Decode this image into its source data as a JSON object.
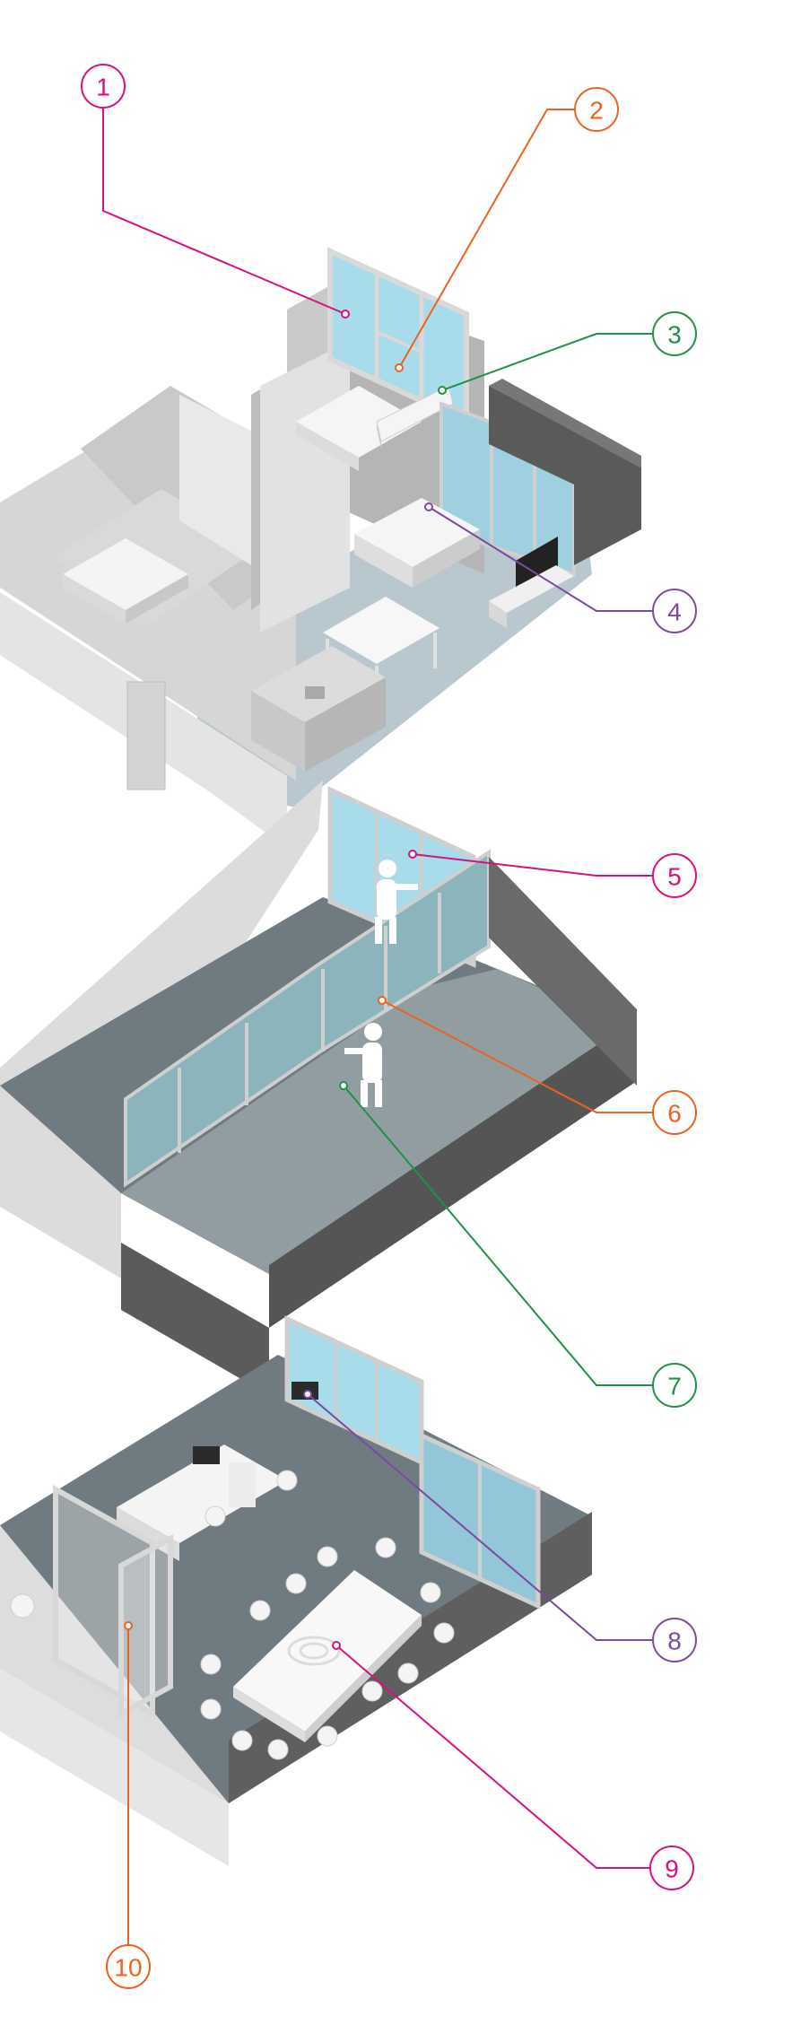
{
  "colors": {
    "magenta": "#d6127e",
    "orange": "#ea6420",
    "green": "#1f9148",
    "purple": "#7a4aa0",
    "glass": "#a8dcea",
    "floor_light": "#b9c7cf",
    "floor_dark": "#707c82",
    "wall_light": "#e6e6e6",
    "wall_mid": "#cfcfcf",
    "wall_dark": "#5e5e5e"
  },
  "callouts": [
    {
      "id": "1",
      "color": "magenta"
    },
    {
      "id": "2",
      "color": "orange"
    },
    {
      "id": "3",
      "color": "green"
    },
    {
      "id": "4",
      "color": "purple"
    },
    {
      "id": "5",
      "color": "magenta"
    },
    {
      "id": "6",
      "color": "orange"
    },
    {
      "id": "7",
      "color": "green"
    },
    {
      "id": "8",
      "color": "purple"
    },
    {
      "id": "9",
      "color": "magenta"
    },
    {
      "id": "10",
      "color": "orange"
    }
  ]
}
